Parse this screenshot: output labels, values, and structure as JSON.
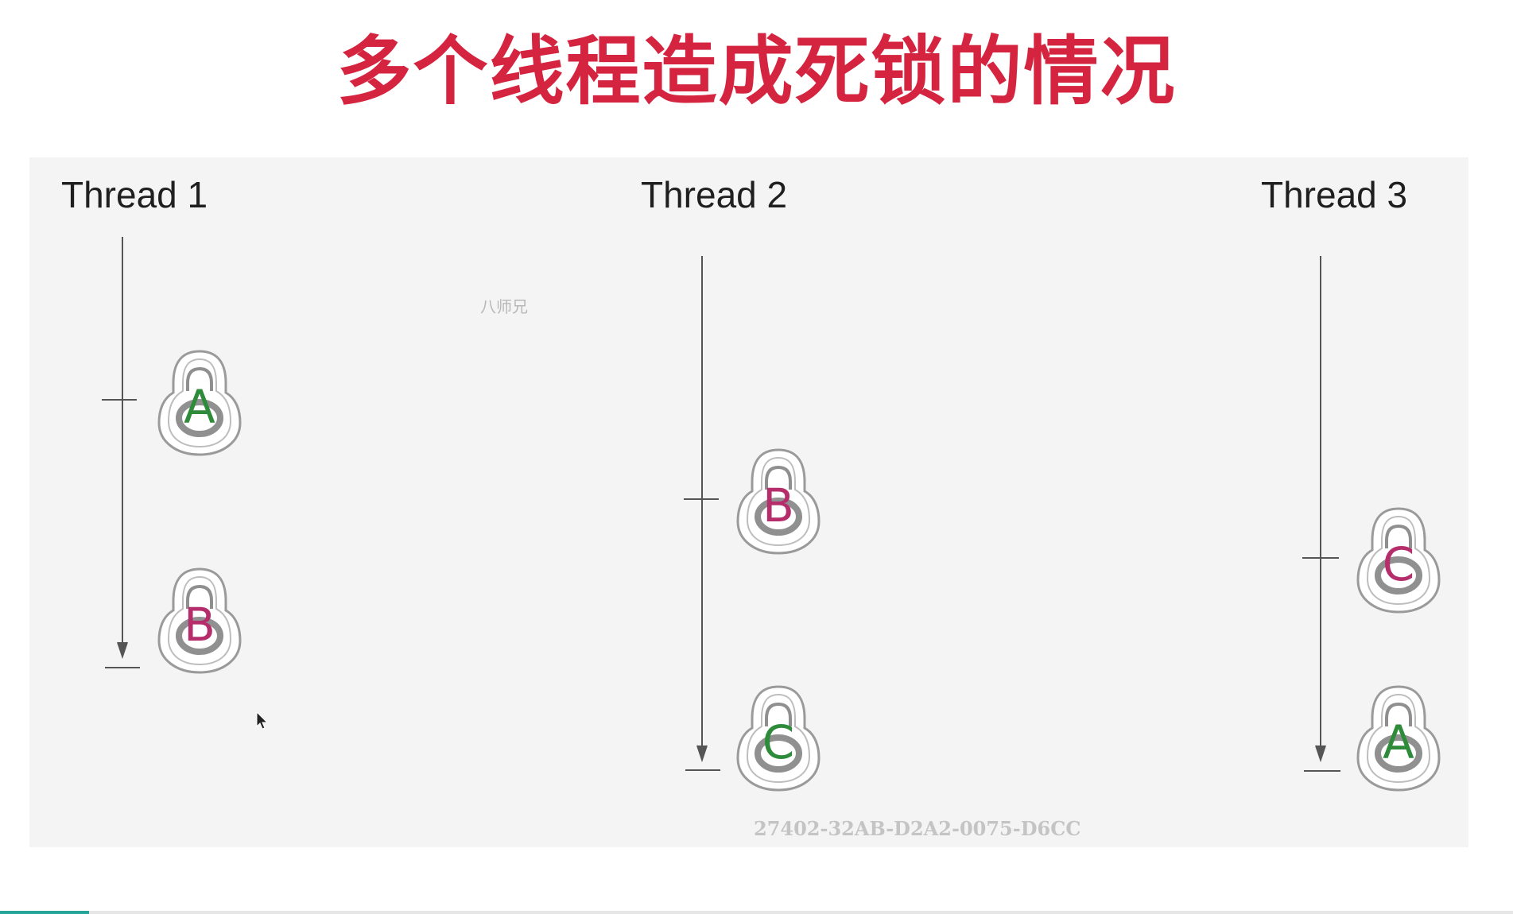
{
  "title": "多个线程造成死锁的情况",
  "watermark": "八师兄",
  "serial": "27402-32AB-D2A2-0075-D6CC",
  "threads": [
    {
      "label": "Thread 1",
      "locks": [
        {
          "letter": "A",
          "color": "#2e8b3a"
        },
        {
          "letter": "B",
          "color": "#b52d6a"
        }
      ]
    },
    {
      "label": "Thread 2",
      "locks": [
        {
          "letter": "B",
          "color": "#b52d6a"
        },
        {
          "letter": "C",
          "color": "#2e8b3a"
        }
      ]
    },
    {
      "label": "Thread 3",
      "locks": [
        {
          "letter": "C",
          "color": "#b52d6a"
        },
        {
          "letter": "A",
          "color": "#2e8b3a"
        }
      ]
    }
  ],
  "colors": {
    "title": "#d5243f",
    "line": "#555555"
  }
}
